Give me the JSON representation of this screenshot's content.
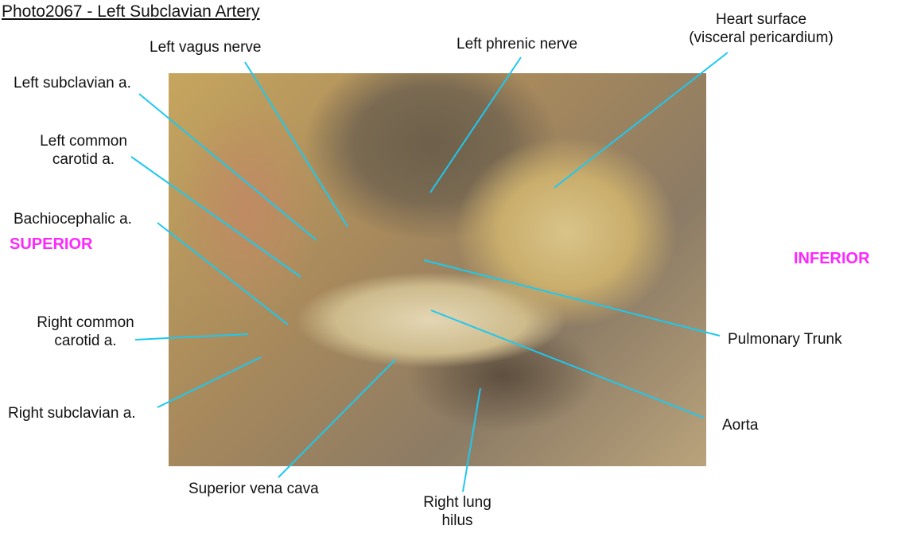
{
  "title": "Photo2067 - Left Subclavian Artery",
  "orientation": {
    "left": "SUPERIOR",
    "right": "INFERIOR"
  },
  "labels": {
    "left_vagus": "Left vagus nerve",
    "left_phrenic": "Left phrenic nerve",
    "heart_surface_1": "Heart surface",
    "heart_surface_2": "(visceral pericardium)",
    "left_subclavian": "Left subclavian a.",
    "left_common_carotid_1": "Left common",
    "left_common_carotid_2": "carotid a.",
    "brachiocephalic": "Bachiocephalic a.",
    "right_common_carotid_1": "Right common",
    "right_common_carotid_2": "carotid a.",
    "right_subclavian": "Right subclavian a.",
    "svc": "Superior vena cava",
    "right_lung_hilus_1": "Right lung",
    "right_lung_hilus_2": "hilus",
    "pulmonary_trunk": "Pulmonary Trunk",
    "aorta": "Aorta"
  },
  "colors": {
    "leader": "#1ec8ef",
    "orientation": "#ff26ff"
  }
}
